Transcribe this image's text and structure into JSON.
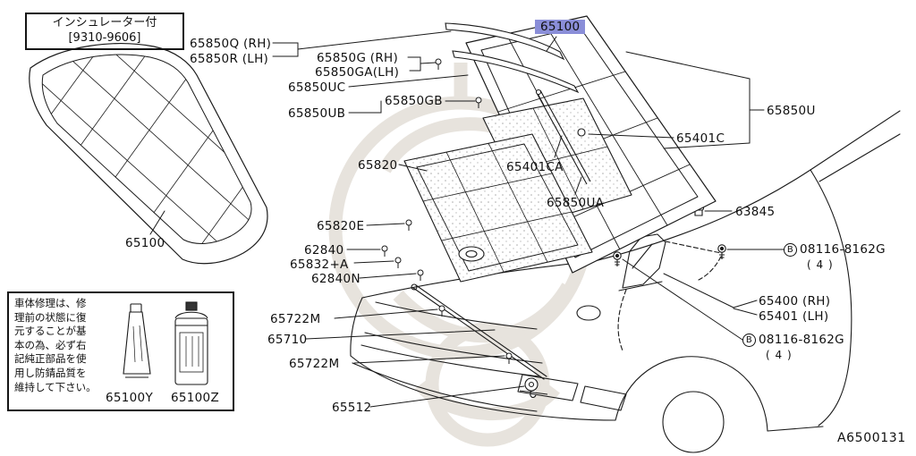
{
  "diagram": {
    "code": "A6500131"
  },
  "colors": {
    "highlight": "#8a8ed8",
    "ink": "#1a1a1a"
  },
  "insulator_box": {
    "title": "インシュレーター付",
    "range": "[9310-9606]",
    "hood_part": "65100"
  },
  "repair_box": {
    "lines": [
      "車体修理は、修",
      "理前の状態に復",
      "元することが基",
      "本の為、必ず右",
      "記純正部品を使",
      "用し防錆品質を",
      "維持して下さい。"
    ],
    "tube_part": "65100Y",
    "can_part": "65100Z"
  },
  "selected_part": {
    "text": "65100"
  },
  "labels": {
    "weatherstrip_q_rh": "65850Q (RH)",
    "weatherstrip_r_lh": "65850R (LH)",
    "seal_g_rh": "65850G (RH)",
    "seal_ga_lh": "65850GA(LH)",
    "seal_uc": "65850UC",
    "seal_gb": "65850GB",
    "seal_ub": "65850UB",
    "seal_u": "65850U",
    "rod_clamp_65401c": "65401C",
    "insulator_65820": "65820",
    "rod_65401ca": "65401CA",
    "seal_ua": "65850UA",
    "bumper_rubber_63845": "63845",
    "clip_65820e": "65820E",
    "clip_62840": "62840",
    "clip_65832a": "65832+A",
    "seal_62840n": "62840N",
    "clamp_65722m_upper": "65722M",
    "rod_65710": "65710",
    "clamp_65722m_lower": "65722M",
    "lock_65512": "65512",
    "hinge_65400_rh": "65400 (RH)",
    "hinge_65401_lh": "65401 (LH)",
    "bolt_top": {
      "b": "B",
      "number": "08116-8162G",
      "qty": "( 4 )"
    },
    "bolt_bottom": {
      "b": "B",
      "number": "08116-8162G",
      "qty": "( 4 )"
    }
  }
}
